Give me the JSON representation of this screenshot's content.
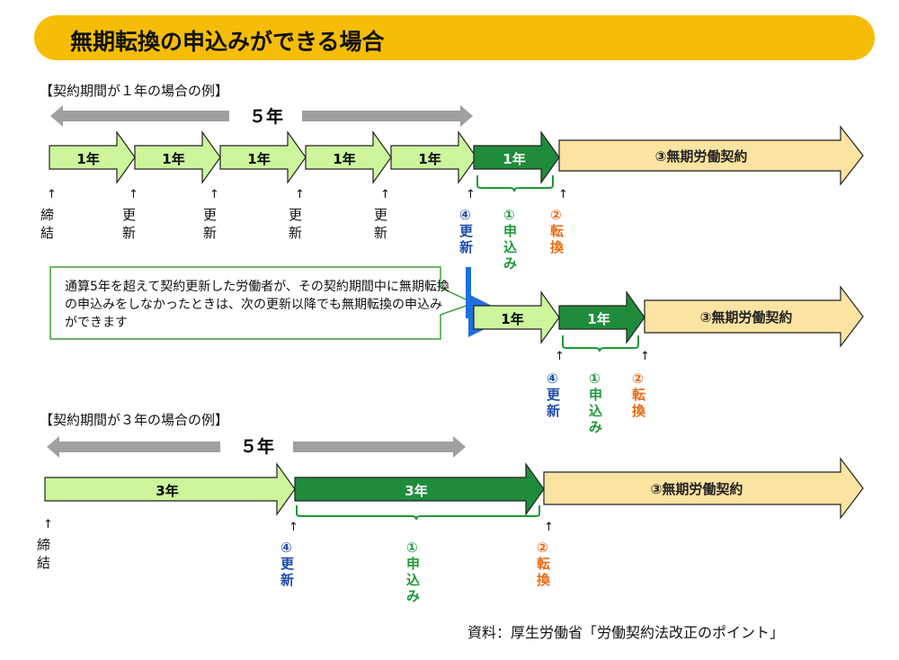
{
  "title": "無期転換の申込みができる場合",
  "section1": {
    "label": "【契約期間が１年の場合の例】",
    "span_label": "５年",
    "segments": [
      "1年",
      "1年",
      "1年",
      "1年",
      "1年"
    ],
    "highlight_segment": "1年",
    "final_label": "③無期労働契約",
    "markers": [
      "締\n結",
      "更\n新",
      "更\n新",
      "更\n新",
      "更\n新"
    ],
    "renew_marker": "④\n更\n新",
    "apply_marker": "①\n申\n込\nみ",
    "convert_marker": "②\n転\n換"
  },
  "callout": {
    "text": "通算5年を超えて契約更新した労働者が、その契約期間中に無期転換の申込みをしなかったときは、次の更新以降でも無期転換の申込みができます"
  },
  "section1b": {
    "segment": "1年",
    "highlight_segment": "1年",
    "final_label": "③無期労働契約",
    "renew_marker": "④\n更\n新",
    "apply_marker": "①\n申\n込\nみ",
    "convert_marker": "②\n転\n換"
  },
  "section2": {
    "label": "【契約期間が３年の場合の例】",
    "span_label": "５年",
    "segment": "3年",
    "highlight_segment": "3年",
    "final_label": "③無期労働契約",
    "start_marker": "締\n結",
    "renew_marker": "④\n更\n新",
    "apply_marker": "①\n申\n込\nみ",
    "convert_marker": "②\n転\n換"
  },
  "source": "資料：厚生労働省「労働契約法改正のポイント」",
  "colors": {
    "title_bg": "#f5bd05",
    "light_green": "#ccf59c",
    "dark_green": "#1f8c3b",
    "final_fill": "#fbe3a1",
    "renew_blue": "#1f4fa8",
    "apply_green": "#1f9a3a",
    "convert_orange": "#ea6b14",
    "span_gray": "#a0a0a0"
  }
}
